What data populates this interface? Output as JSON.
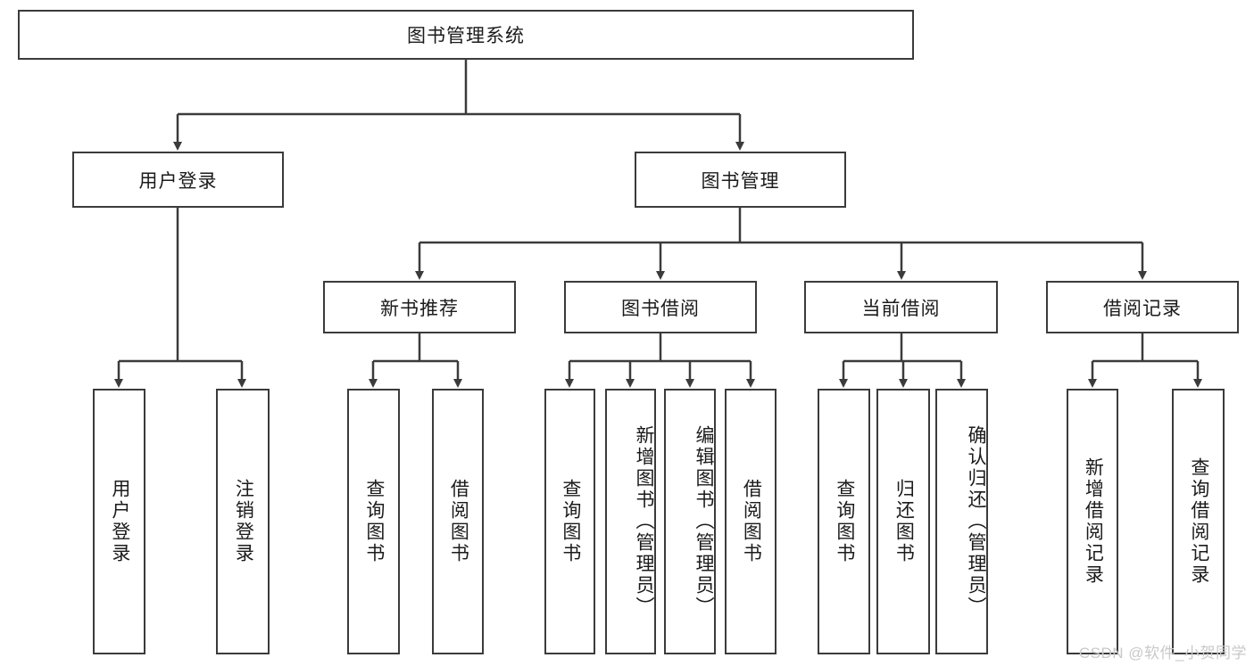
{
  "diagram": {
    "title": "图书管理系统",
    "type": "hierarchy-tree",
    "root": {
      "label": "图书管理系统"
    },
    "level2": [
      {
        "label": "用户登录"
      },
      {
        "label": "图书管理"
      }
    ],
    "level3": [
      {
        "label": "新书推荐"
      },
      {
        "label": "图书借阅"
      },
      {
        "label": "当前借阅"
      },
      {
        "label": "借阅记录"
      }
    ],
    "leaves": {
      "user_login": [
        {
          "label": "用户登录"
        },
        {
          "label": "注销登录"
        }
      ],
      "new_book_recommend": [
        {
          "label": "查询图书"
        },
        {
          "label": "借阅图书"
        }
      ],
      "book_borrow": [
        {
          "label": "查询图书"
        },
        {
          "label": "新增图书（管理员）"
        },
        {
          "label": "编辑图书（管理员）"
        },
        {
          "label": "借阅图书"
        }
      ],
      "current_borrow": [
        {
          "label": "查询图书"
        },
        {
          "label": "归还图书"
        },
        {
          "label": "确认归还（管理员）"
        }
      ],
      "borrow_record": [
        {
          "label": "新增借阅记录"
        },
        {
          "label": "查询借阅记录"
        }
      ]
    }
  },
  "watermark": {
    "text": "CSDN @软件_小贺同学"
  },
  "colors": {
    "stroke": "#3b3b3b",
    "text": "#1b1b1b",
    "background": "#ffffff",
    "watermark": "#c9c9c9"
  }
}
